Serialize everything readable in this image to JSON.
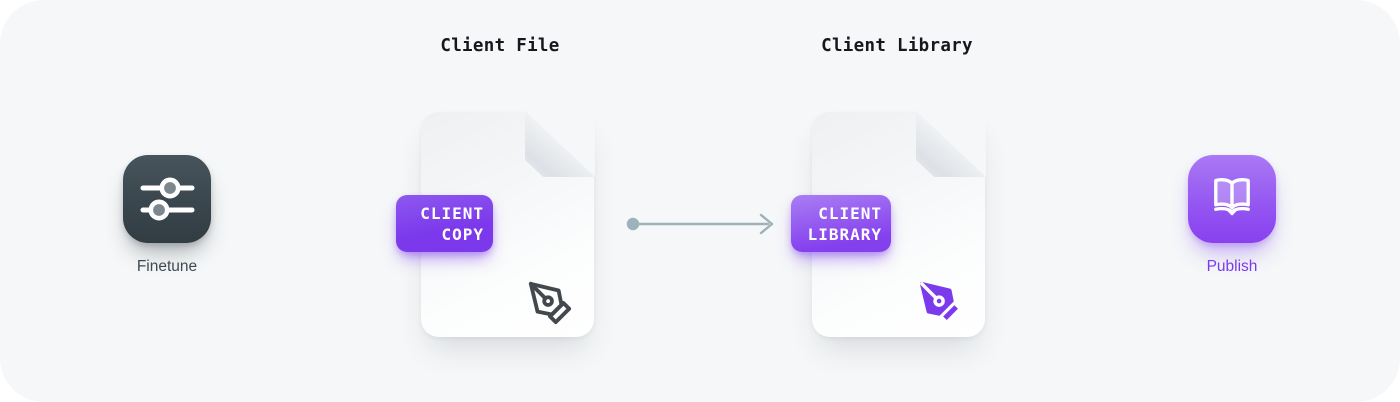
{
  "diagram": {
    "finetune": {
      "label": "Finetune",
      "icon": "sliders-icon"
    },
    "client_file": {
      "title": "Client File",
      "badge": {
        "line1": "CLIENT",
        "line2": "COPY"
      },
      "icon": "pen-nib-outline-icon"
    },
    "connector": {
      "icon": "arrow-right-icon"
    },
    "client_library": {
      "title": "Client Library",
      "badge": {
        "line1": "CLIENT",
        "line2": "LIBRARY"
      },
      "icon": "pen-nib-filled-icon"
    },
    "publish": {
      "label": "Publish",
      "icon": "open-book-icon"
    },
    "colors": {
      "page_bg": "#ffffff",
      "panel_bg": "#f5f7f8",
      "accent_purple": "#7c3aed",
      "badge_gradient_light": "#a97ef3",
      "dark_tile": "#3a464d",
      "arrow_gray": "#9fb1b9",
      "title_text": "#15181d",
      "finetune_label_text": "#3e4a53",
      "badge_text": "#ffffff"
    }
  }
}
